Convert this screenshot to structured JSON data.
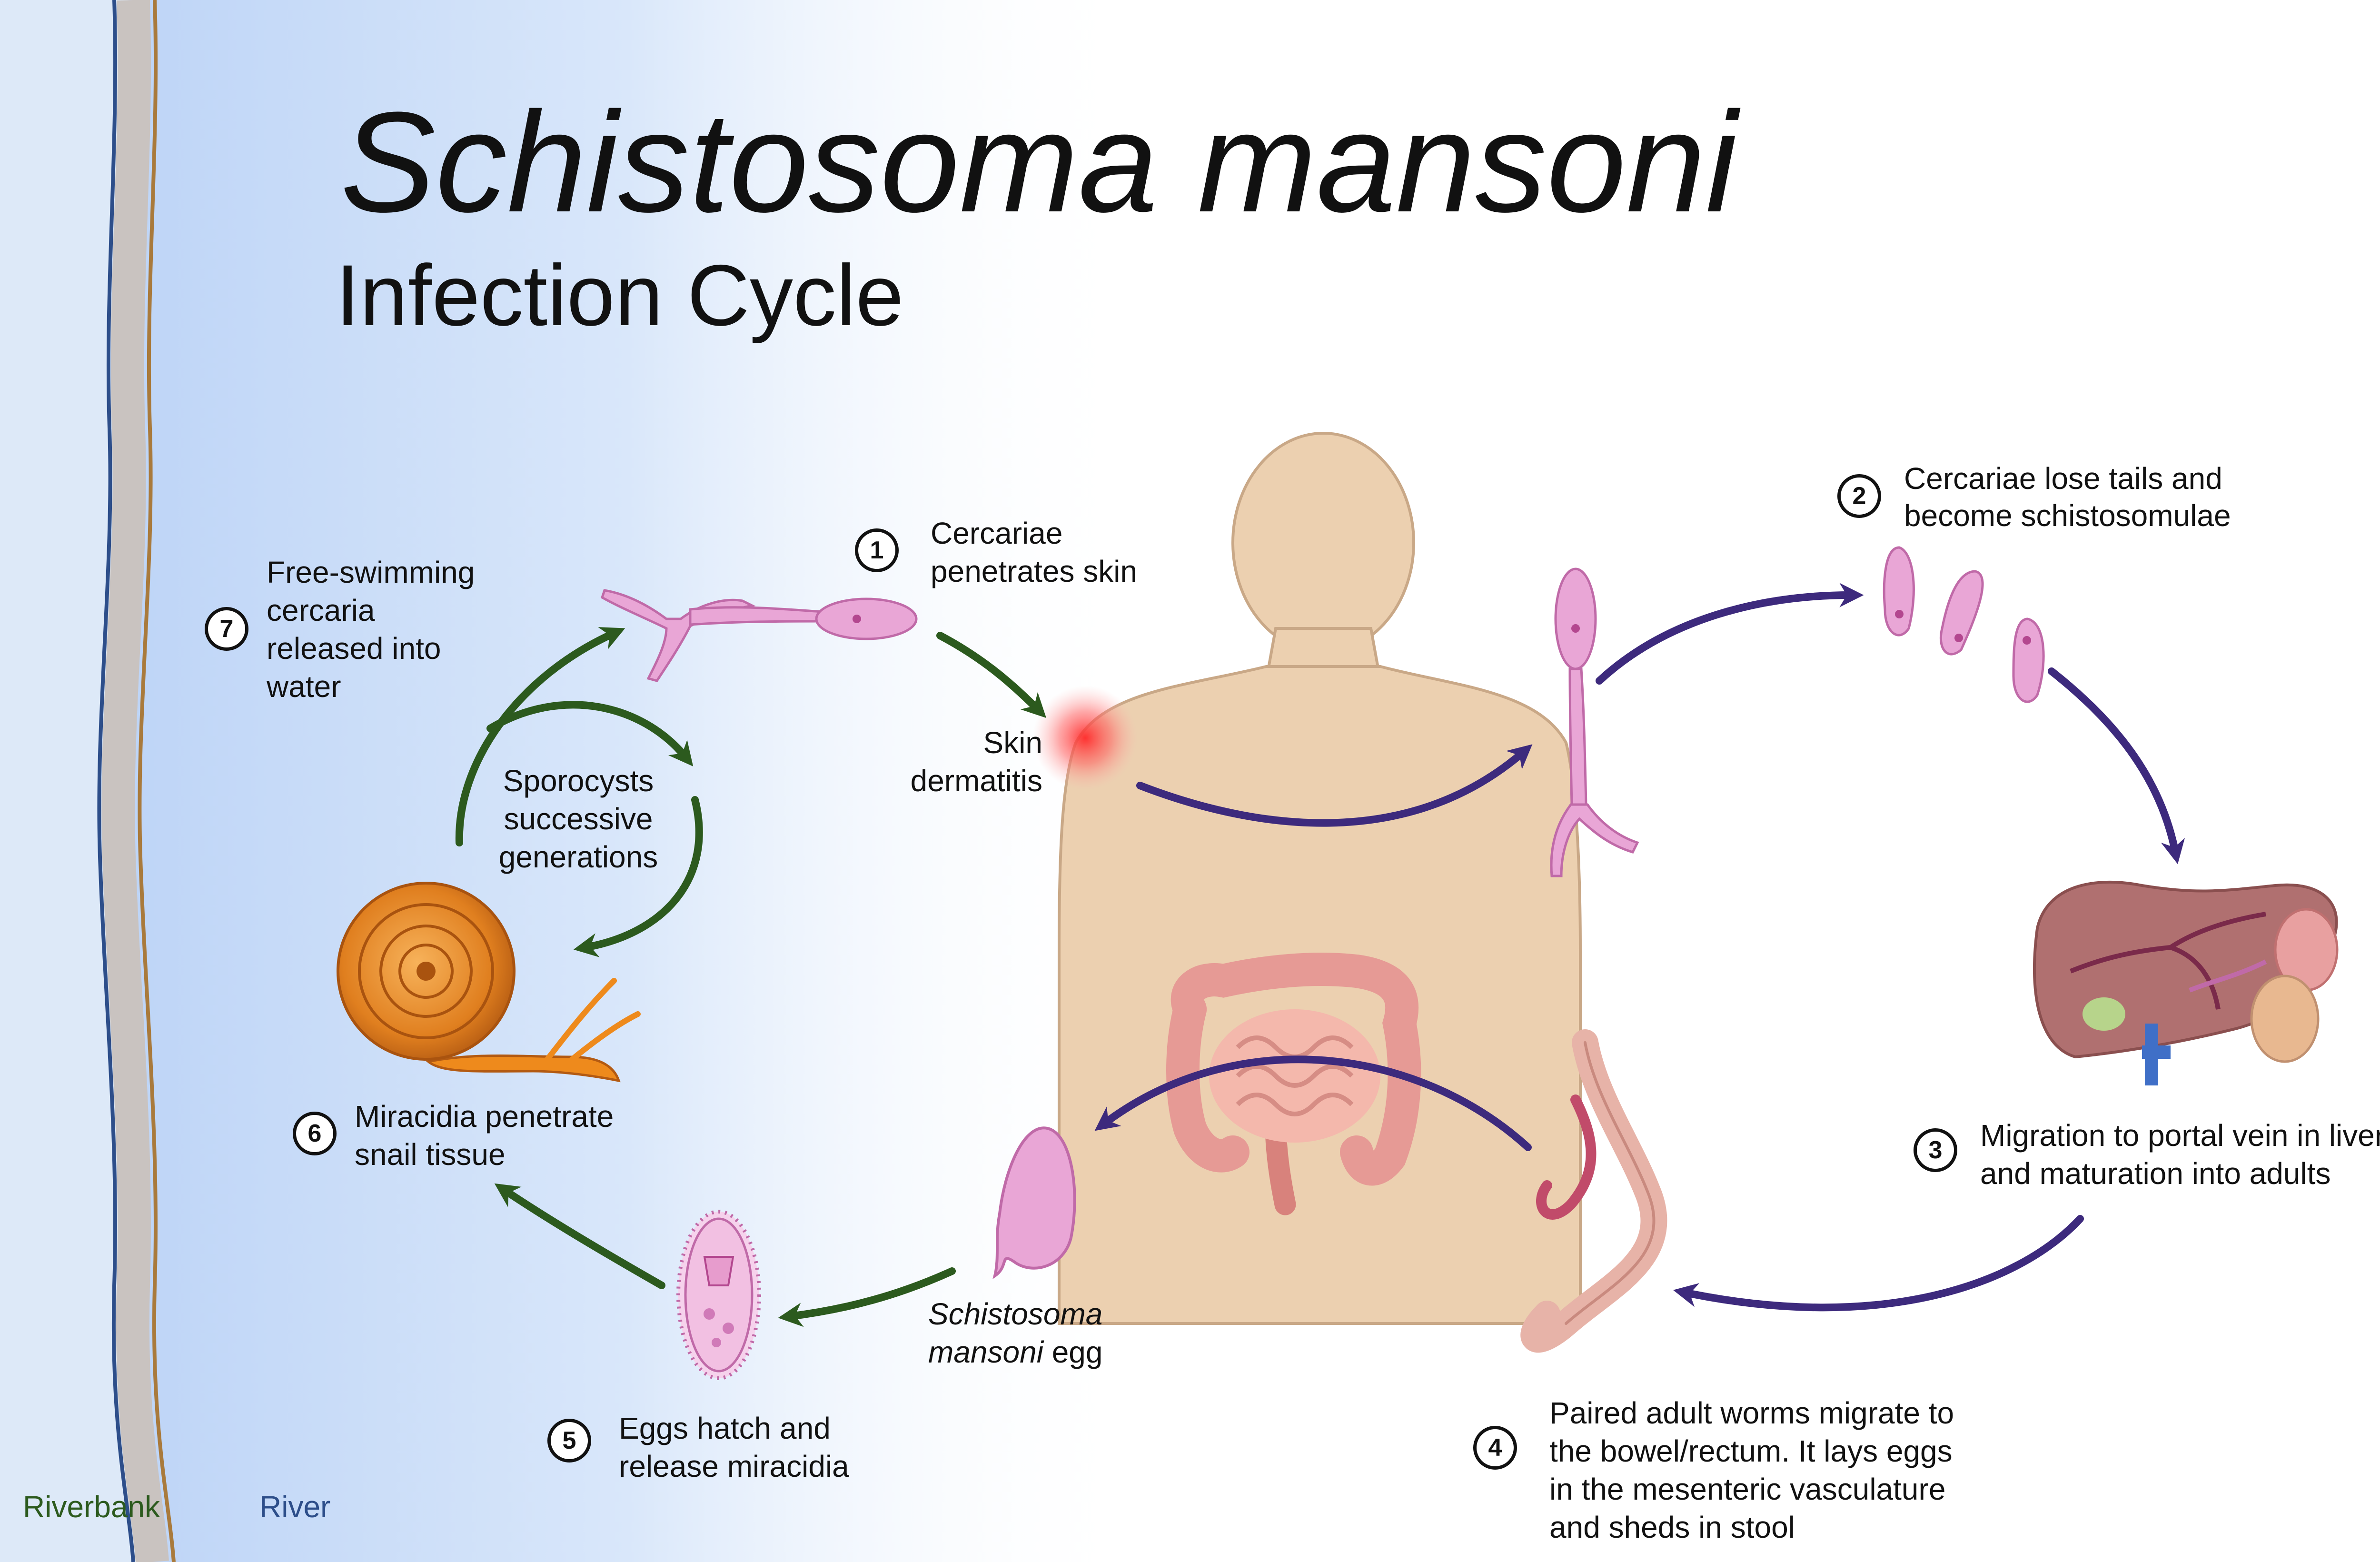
{
  "title": "Schistosoma mansoni",
  "subtitle": "Infection Cycle",
  "colors": {
    "river": "#bcd4f5",
    "riverbank": "#dde9f8",
    "human_skin": "#ecd0b0",
    "parasite_pink": "#e9a6d6",
    "human_cycle_arrow": "#3d2a7d",
    "snail_cycle_arrow": "#2c5a1e",
    "snail_shell": "#e07f1f"
  },
  "steps": [
    {
      "number": "1",
      "lines": [
        "Cercariae",
        "penetrates skin"
      ]
    },
    {
      "number": "2",
      "lines": [
        "Cercariae lose tails and",
        "become schistosomulae"
      ]
    },
    {
      "number": "3",
      "lines": [
        "Migration to portal vein in liver",
        "and maturation into adults"
      ]
    },
    {
      "number": "4",
      "lines": [
        "Paired adult worms migrate to",
        "the bowel/rectum. It lays eggs",
        "in the mesenteric vasculature",
        "and sheds in stool"
      ]
    },
    {
      "number": "5",
      "lines": [
        "Eggs hatch and",
        "release miracidia"
      ]
    },
    {
      "number": "6",
      "lines": [
        "Miracidia penetrate",
        "snail tissue"
      ]
    },
    {
      "number": "7",
      "lines": [
        "Free-swimming",
        "cercaria",
        "released into",
        "water"
      ]
    }
  ],
  "labels": {
    "skin_dermatitis": [
      "Skin",
      "dermatitis"
    ],
    "sporocysts": [
      "Sporocysts",
      "successive",
      "generations"
    ],
    "egg": {
      "italic": "Schistosoma",
      "italic2": "mansoni",
      "plain": " egg"
    },
    "riverbank": "Riverbank",
    "river": "River"
  },
  "icons": [
    "cercaria-icon",
    "schistosomula-icon",
    "liver-icon",
    "adult-worm-pair-icon",
    "egg-icon",
    "miracidium-icon",
    "snail-icon",
    "human-body-icon"
  ]
}
